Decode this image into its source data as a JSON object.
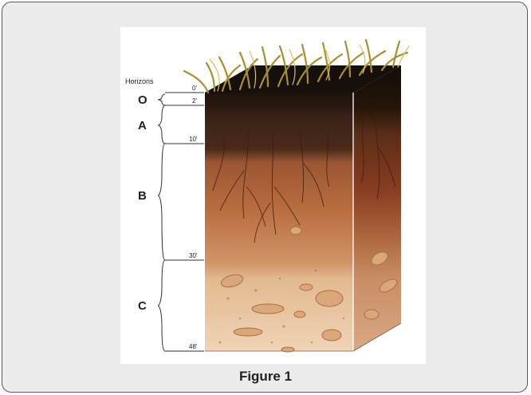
{
  "diagram": {
    "horizons_heading": "Horizons",
    "horizons": [
      {
        "label": "O"
      },
      {
        "label": "A"
      },
      {
        "label": "B"
      },
      {
        "label": "C"
      }
    ],
    "depth_marks": [
      "0'",
      "2'",
      "10'",
      "30'",
      "48'"
    ],
    "colors": {
      "grass": "#a98f2e",
      "O_horizon": "#24160d",
      "A_horizon": "#3b2214",
      "B_horizon": "#b46a3c",
      "C_horizon": "#e9c8a3"
    }
  },
  "caption": "Figure 1"
}
